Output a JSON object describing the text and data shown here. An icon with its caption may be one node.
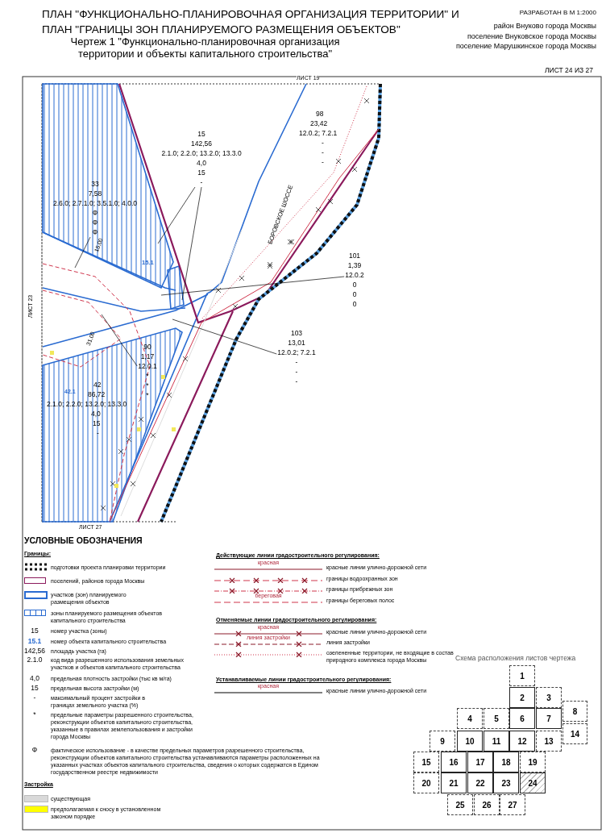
{
  "diagram": {
    "title": "ПЛАН \"ФУНКЦИОНАЛЬНО-ПЛАНИРОВОЧНАЯ ОРГАНИЗАЦИЯ ТЕРРИТОРИИ\" И ПЛАН \"ГРАНИЦЫ ЗОН ПЛАНИРУЕМОГО РАЗМЕЩЕНИЯ ОБЪЕКТОВ\"",
    "nodes": [
      {
        "text": [
          "15",
          "142,56",
          "2.1.0; 2.2.0; 13.2.0; 13.3.0",
          "4,0",
          "15",
          "-"
        ]
      },
      {
        "text": [
          "33",
          "7,58",
          "2.6.0; 2.7.1.0; 3.5.1.0; 4.0.0",
          "Ф",
          "Ф",
          "Ф"
        ]
      },
      {
        "text": [
          "101",
          "1,39",
          "12.0.2",
          "0",
          "0",
          "0"
        ]
      },
      {
        "text": [
          "103",
          "13,01",
          "12.0.2; 7.2.1",
          "-",
          "-",
          "-"
        ]
      },
      {
        "text": [
          "90",
          "1,17",
          "12.0.1",
          "*",
          "*",
          "*"
        ]
      },
      {
        "text": [
          "1"
        ]
      },
      {
        "text": [
          "2"
        ]
      },
      {
        "text": [
          "3"
        ]
      },
      {
        "text": [
          "4"
        ]
      },
      {
        "text": [
          "5"
        ]
      },
      {
        "text": [
          "6"
        ]
      },
      {
        "text": [
          "7"
        ]
      },
      {
        "text": [
          "8"
        ]
      },
      {
        "text": [
          "9"
        ]
      },
      {
        "text": [
          "10"
        ]
      },
      {
        "text": [
          "11"
        ]
      },
      {
        "text": [
          "12"
        ]
      },
      {
        "text": [
          "13"
        ]
      },
      {
        "text": [
          "14"
        ]
      },
      {
        "text": [
          "15"
        ]
      },
      {
        "text": [
          "16"
        ]
      },
      {
        "text": [
          "17"
        ]
      },
      {
        "text": [
          "18"
        ]
      },
      {
        "text": [
          "19"
        ]
      },
      {
        "text": [
          "20"
        ]
      },
      {
        "text": [
          "21"
        ]
      },
      {
        "text": [
          "22"
        ]
      },
      {
        "text": [
          "23"
        ]
      },
      {
        "text": [
          "24"
        ]
      },
      {
        "text": [
          "25"
        ]
      },
      {
        "text": [
          "26"
        ]
      },
      {
        "text": [
          "27"
        ]
      }
    ],
    "edges": [
      {
        "from": 0,
        "to": null,
        "arrow": "none"
      },
      {
        "from": 0,
        "to": null,
        "arrow": "none"
      },
      {
        "from": 1,
        "to": null,
        "arrow": "none"
      },
      {
        "from": 2,
        "to": null,
        "arrow": "none"
      },
      {
        "from": 3,
        "to": null,
        "arrow": "none"
      },
      {
        "from": 4,
        "to": null,
        "arrow": "none"
      }
    ],
    "labels": [
      "Чертеж 1 \"Функционально-планировочная организация территории и объекты капитального строительства\"",
      "РАЗРАБОТАН В М 1:2000",
      "район Внуково города Москвы",
      "поселение Внуковское города Москвы",
      "поселение Марушкинское города Москвы",
      "ЛИСТ 24 ИЗ 27",
      "ЛИСТ 19",
      "98",
      "23,42",
      "12.0.2; 7.2.1",
      "-",
      "-",
      "-",
      "БОРОВСКОЕ ШОССЕ",
      "15.1",
      "15,00",
      "ЛИСТ 23",
      "31,00",
      "42.1",
      "42",
      "86,72",
      "2.1.0; 2.2.0; 13.2.0; 13.3.0",
      "4,0",
      "15",
      "-",
      "ЛИСТ 27",
      "УСЛОВНЫЕ ОБОЗНАЧЕНИЯ",
      "Границы:",
      "15",
      "15.1",
      "142,56",
      "2.1.0",
      "4,0",
      "15",
      "-",
      "*",
      "Ф",
      "Застройка",
      "Действующие линии градостроительного регулирования:",
      "красная",
      "береговая",
      "Отменяемые линии градостроительного регулирования:",
      "красная",
      "линия застройки",
      "Устанавливаемые линии градостроительного регулирования:",
      "красная",
      "Схема расположения листов чертежа"
    ],
    "legend": [
      {
        "text": "подготовки проекта планировки территории"
      },
      {
        "text": "поселений, районов города Москвы"
      },
      {
        "text": "участков (зон) планируемого размещения объектов"
      },
      {
        "text": "зоны планируемого размещения объектов капитального строительства"
      },
      {
        "text": "номер участка (зоны)"
      },
      {
        "text": "номер объекта капитального строительства"
      },
      {
        "text": "площадь участка (га)"
      },
      {
        "text": "код вида разрешенного использования земельных участков и объектов капитального строительства"
      },
      {
        "text": "предельная плотность застройки (тыс кв м/га)"
      },
      {
        "text": "предельная высота застройки (м)"
      },
      {
        "text": "максимальный процент застройки в границах земельного участка (%)"
      },
      {
        "text": "предельные параметры разрешенного строительства, реконструкции объектов капитального строительства, указанные в правилах землепользования и застройки города Москвы"
      },
      {
        "text": "фактическое использование - в качестве предельных параметров разрешенного строительства, реконструкции объектов капитального строительства устанавливаются параметры расположенных на указанных участках объектов капитального строительства, сведения о которых содержатся в Едином государственном реестре недвижимости"
      },
      {
        "text": "существующая",
        "color": "#d9d9d9"
      },
      {
        "text": "предполагаемая к сносу в установленном законом порядке",
        "color": "#ffff00"
      },
      {
        "text": "красные линии улично-дорожной сети"
      },
      {
        "text": "границы водоохранных зон"
      },
      {
        "text": "границы прибрежных зон"
      },
      {
        "text": "границы береговых полос"
      },
      {
        "text": "красные линии улично-дорожной сети"
      },
      {
        "text": "линия застройки"
      },
      {
        "text": "озелененные территории, не входящие в состав природного комплекса города Москвы"
      },
      {
        "text": "красные линии улично-дорожной сети"
      }
    ]
  }
}
